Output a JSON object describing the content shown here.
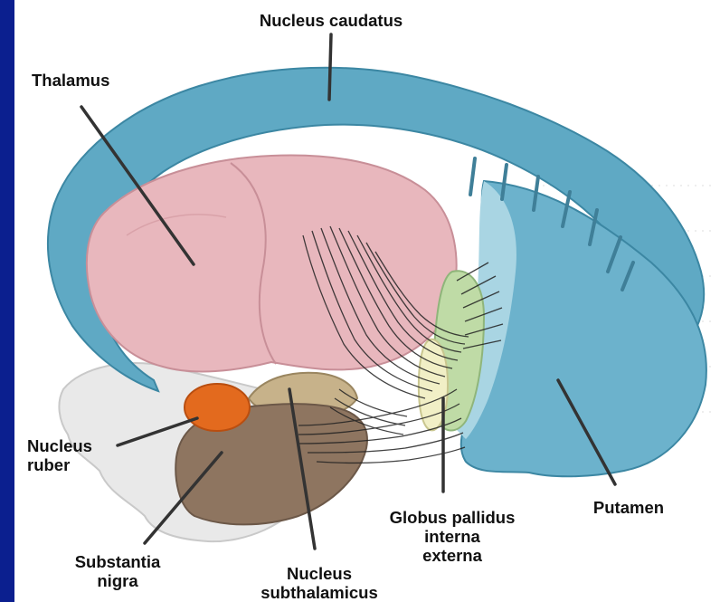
{
  "colors": {
    "left_bar": "#0b1f8f",
    "caudate": "#5fa9c4",
    "caudate_edge": "#3c87a3",
    "putamen": "#6cb2cc",
    "thalamus": "#e8b7bd",
    "thalamus_edge": "#c88f98",
    "globus_externa": "#bfdba6",
    "globus_interna": "#f1efc6",
    "nucleus_ruber": "#e36a1e",
    "substantia_nigra": "#8e7560",
    "subthalamic": "#c7b28a",
    "brainstem": "#e9e9e9",
    "fibers": "#222222",
    "leader_lines": "#333333"
  },
  "labels": {
    "nucleus_caudatus": "Nucleus caudatus",
    "thalamus": "Thalamus",
    "nucleus_ruber": "Nucleus\nruber",
    "substantia_nigra": "Substantia\nnigra",
    "nucleus_subthalamicus": "Nucleus\nsubthalamicus",
    "globus_pallidus": "Globus pallidus\ninterna\nexterna",
    "putamen": "Putamen"
  }
}
